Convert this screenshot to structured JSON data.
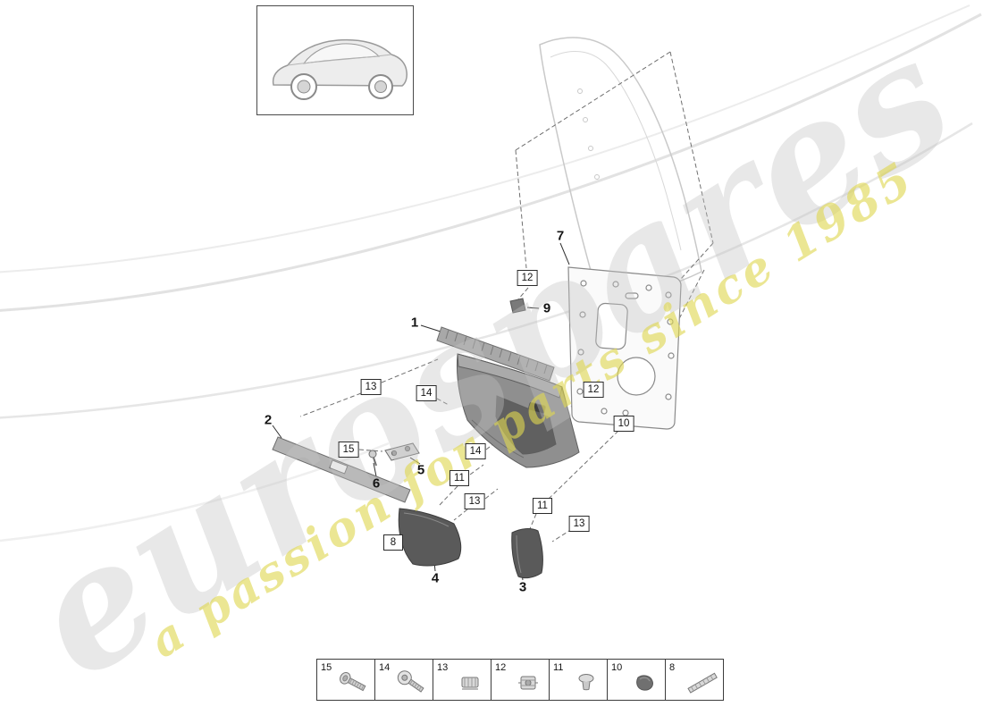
{
  "watermark": {
    "brand": "eurospares",
    "tagline": "a passion for parts since 1985",
    "brand_color": "#c3c3c3",
    "tagline_color": "#ded650"
  },
  "diagram": {
    "subject": "door-trim-panel-exploded-view",
    "vehicle_thumbnail": "panamera-outline",
    "line_color": "#8a8a8a",
    "leader_dash_color": "#6f6f6f"
  },
  "callouts": {
    "plain": [
      {
        "label": "7"
      },
      {
        "label": "9"
      },
      {
        "label": "1"
      },
      {
        "label": "2"
      },
      {
        "label": "5"
      },
      {
        "label": "6"
      },
      {
        "label": "4"
      },
      {
        "label": "3"
      }
    ],
    "boxed": [
      {
        "label": "12"
      },
      {
        "label": "13"
      },
      {
        "label": "14"
      },
      {
        "label": "12"
      },
      {
        "label": "10"
      },
      {
        "label": "15"
      },
      {
        "label": "14"
      },
      {
        "label": "11"
      },
      {
        "label": "13"
      },
      {
        "label": "11"
      },
      {
        "label": "13"
      },
      {
        "label": "8"
      }
    ]
  },
  "legend": {
    "items": [
      {
        "number": "15",
        "icon": "pan-head-screw"
      },
      {
        "number": "14",
        "icon": "washer-screw"
      },
      {
        "number": "13",
        "icon": "retaining-clip"
      },
      {
        "number": "12",
        "icon": "mounting-clip"
      },
      {
        "number": "11",
        "icon": "expansion-rivet"
      },
      {
        "number": "10",
        "icon": "cover-cap"
      },
      {
        "number": "8",
        "icon": "trim-strip"
      }
    ]
  }
}
